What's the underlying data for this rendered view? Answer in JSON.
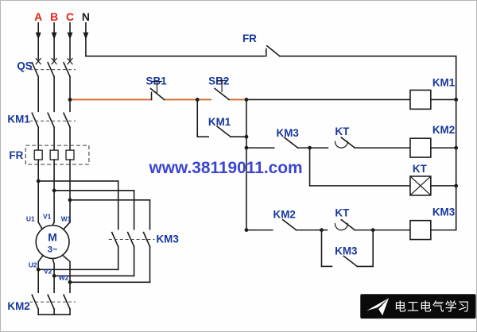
{
  "diagram": {
    "supply": {
      "a": "A",
      "b": "B",
      "c": "C",
      "n": "N"
    },
    "labels": {
      "qs": "QS",
      "km1_main": "KM1",
      "fr": "FR",
      "km3_main": "KM3",
      "km2_main": "KM2",
      "fr_contact": "FR",
      "sb1": "SB1",
      "sb2": "SB2",
      "km1_aux": "KM1",
      "km1_coil": "KM1",
      "km3_interlock": "KM3",
      "kt_top": "KT",
      "km2_coil": "KM2",
      "kt_coil": "KT",
      "km2_interlock": "KM2",
      "kt_bottom": "KT",
      "km3_coil": "KM3",
      "km3_aux": "KM3"
    },
    "motor": {
      "symbol": "M",
      "system": "3~",
      "terminals": {
        "u1": "U1",
        "v1": "V1",
        "w1": "W1",
        "u2": "U2",
        "v2": "V2",
        "w2": "W2"
      }
    },
    "watermark": {
      "text": "www.38119011.com"
    },
    "footer": {
      "title": "电工电气学习"
    },
    "colors": {
      "wire": "#1b1b1b",
      "control_wire": "#d4662e",
      "label_blue": "#16369e",
      "phase_red": "#e32017",
      "watermark_blue": "#2a35cf",
      "footer_bg": "#0a0a0a"
    }
  }
}
